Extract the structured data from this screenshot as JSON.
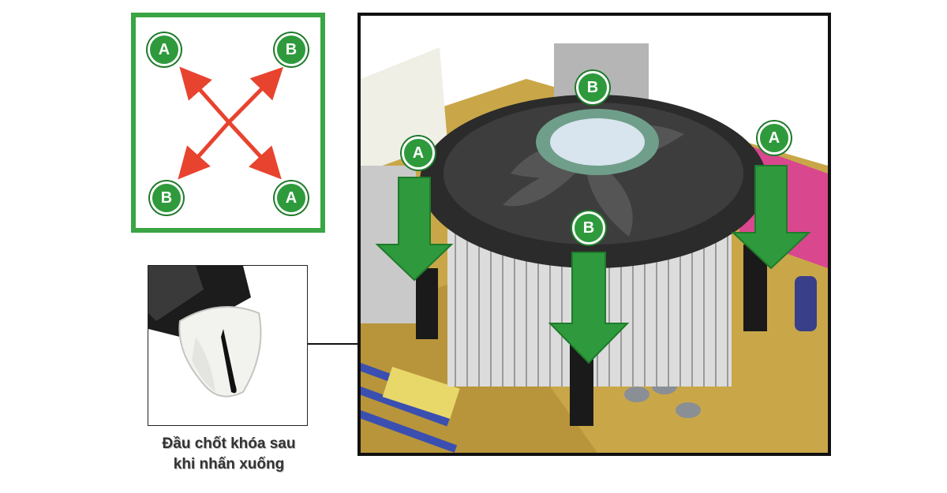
{
  "diagram": {
    "labels": {
      "top_left": "A",
      "top_right": "B",
      "bottom_left": "B",
      "bottom_right": "A"
    },
    "arrow_color": "#e8432f",
    "border_color": "#3aa544"
  },
  "photo": {
    "labels": {
      "top_center": "B",
      "left": "A",
      "right": "A",
      "front": "B"
    },
    "arrow_color": "#2f9a3d"
  },
  "inset": {
    "caption_line1": "Đầu chốt khóa sau",
    "caption_line2": "khi nhấn xuống"
  },
  "colors": {
    "badge": "#2e9a3c",
    "pcb": "#c9a748",
    "frame": "#111111"
  }
}
